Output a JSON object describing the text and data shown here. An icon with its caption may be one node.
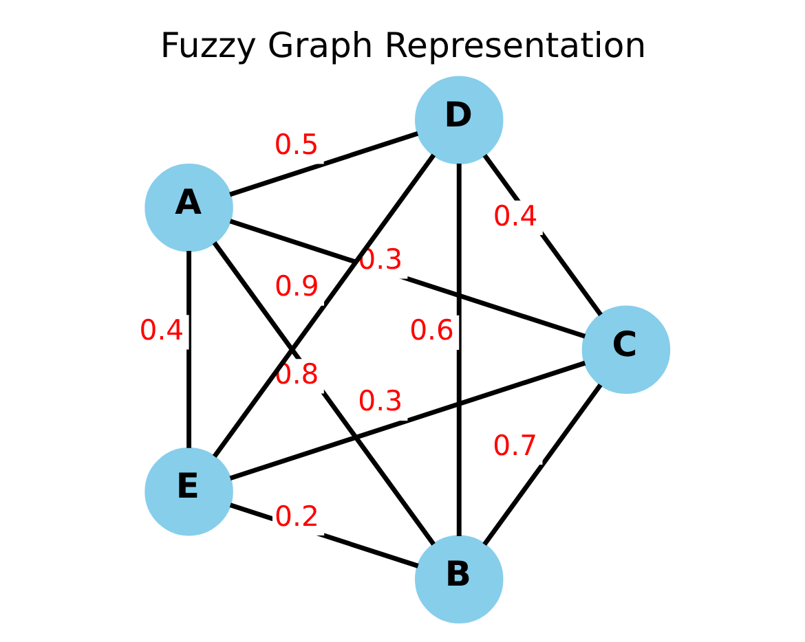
{
  "diagram": {
    "title": "Fuzzy Graph Representation",
    "nodes": [
      {
        "text": [
          "B"
        ]
      },
      {
        "text": [
          "C"
        ]
      },
      {
        "text": [
          "A"
        ]
      },
      {
        "text": [
          "D"
        ]
      },
      {
        "text": [
          "E"
        ]
      }
    ],
    "edges": [
      {
        "from": 2,
        "to": 0,
        "arrow": "none",
        "label": "0.8"
      },
      {
        "from": 0,
        "to": 1,
        "arrow": "none",
        "label": "0.7"
      },
      {
        "from": 1,
        "to": 2,
        "arrow": "none",
        "label": "0.3"
      },
      {
        "from": 1,
        "to": 3,
        "arrow": "none",
        "label": "0.4"
      },
      {
        "from": 0,
        "to": 3,
        "arrow": "none",
        "label": "0.6"
      },
      {
        "from": 1,
        "to": 4,
        "arrow": "none",
        "label": "0.3"
      },
      {
        "from": 0,
        "to": 4,
        "arrow": "none",
        "label": "0.2"
      },
      {
        "from": 2,
        "to": 3,
        "arrow": "none",
        "label": "0.5"
      },
      {
        "from": 2,
        "to": 4,
        "arrow": "none",
        "label": "0.4"
      },
      {
        "from": 3,
        "to": 4,
        "arrow": "none",
        "label": "0.9"
      }
    ]
  }
}
